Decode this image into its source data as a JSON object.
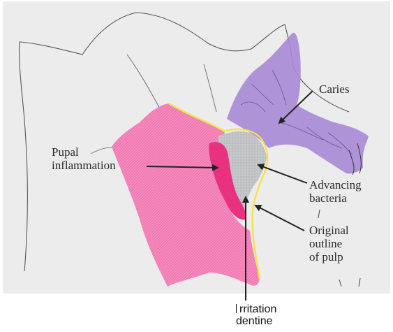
{
  "labels": {
    "caries": "Caries",
    "pulpal_inflammation": [
      "Pupal",
      "inflammation"
    ],
    "advancing_bacteria": [
      "Advancing",
      "bacteria"
    ],
    "original_outline": [
      "Original",
      "outline",
      "of pulp"
    ],
    "irritation_dentine": [
      "rritation",
      "dentine"
    ]
  },
  "colors": {
    "panel_background": "#ececec",
    "tooth_outline": "#555555",
    "pulp": "#f27ab3",
    "inflammation": "#e8327f",
    "caries": "#a78ad6",
    "irritation_dentine": "#c4c6c8",
    "original_outline": "#f3e34a",
    "arrows": "#222222"
  }
}
